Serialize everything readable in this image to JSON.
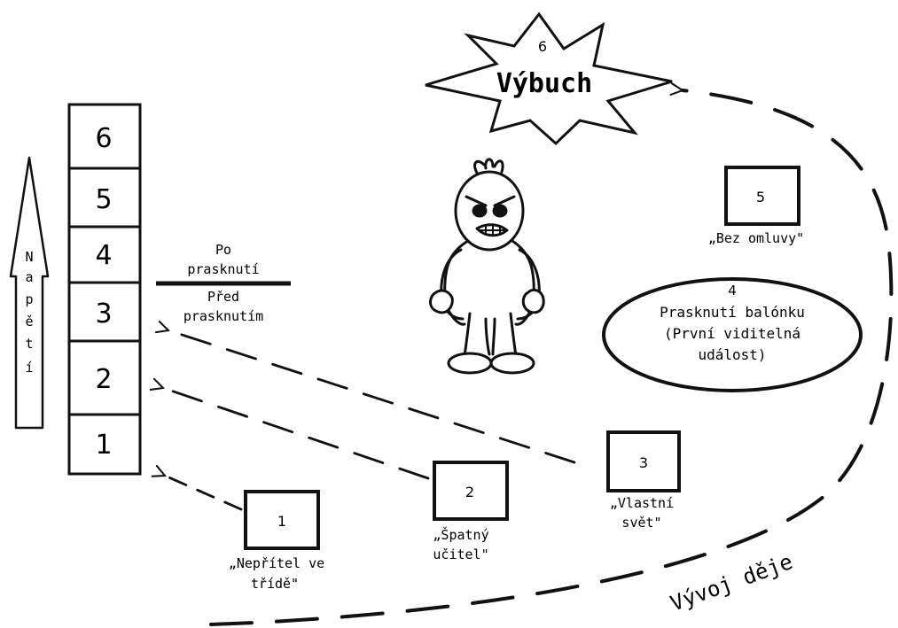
{
  "scale": {
    "levels": [
      "6",
      "5",
      "4",
      "3",
      "2",
      "1"
    ],
    "arrow_letters": [
      "N",
      "a",
      "p",
      "ě",
      "t",
      "í"
    ],
    "divider_label_above": [
      "Po",
      "prasknutí"
    ],
    "divider_label_below": [
      "Před",
      "prasknutím"
    ]
  },
  "explosion": {
    "number": "6",
    "label": "Výbuch"
  },
  "events": [
    {
      "number": "1",
      "caption": [
        "„Nepřítel ve",
        "třídě\""
      ]
    },
    {
      "number": "2",
      "caption": [
        "„Špatný",
        "učitel\""
      ]
    },
    {
      "number": "3",
      "caption": [
        "„Vlastní",
        "svět\""
      ]
    },
    {
      "number": "5",
      "caption": [
        "„Bez omluvy\""
      ]
    }
  ],
  "balloon": {
    "number": "4",
    "lines": [
      "Prasknutí balónku",
      "(První viditelná",
      "událost)"
    ]
  },
  "flow_label": "Vývoj děje",
  "colors": {
    "ink": "#111111",
    "paper": "#ffffff"
  }
}
